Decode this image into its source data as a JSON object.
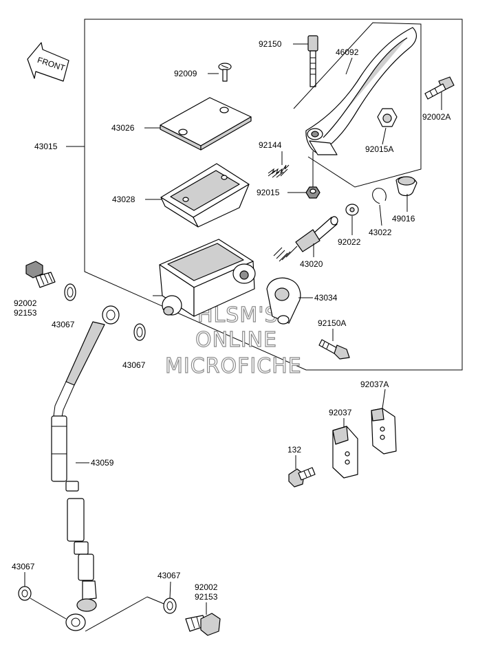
{
  "front_label": "FRONT",
  "watermark": [
    "HLSM'S",
    "ONLINE",
    "MICROFICHE"
  ],
  "parts": {
    "p43015": "43015",
    "p92150": "92150",
    "p46092": "46092",
    "p92009": "92009",
    "p43026": "43026",
    "p92002A": "92002A",
    "p92144": "92144",
    "p92015A": "92015A",
    "p43028": "43028",
    "p92015": "92015",
    "p49016": "49016",
    "p43022": "43022",
    "p92022": "92022",
    "p43020": "43020",
    "p92002_top": "92002",
    "p92153_top": "92153",
    "p43067_a": "43067",
    "p43034": "43034",
    "p92150A": "92150A",
    "p43067_b": "43067",
    "p92037A": "92037A",
    "p92037": "92037",
    "p132": "132",
    "p43059": "43059",
    "p43067_c": "43067",
    "p43067_d": "43067",
    "p92002_bot": "92002",
    "p92153_bot": "92153"
  }
}
